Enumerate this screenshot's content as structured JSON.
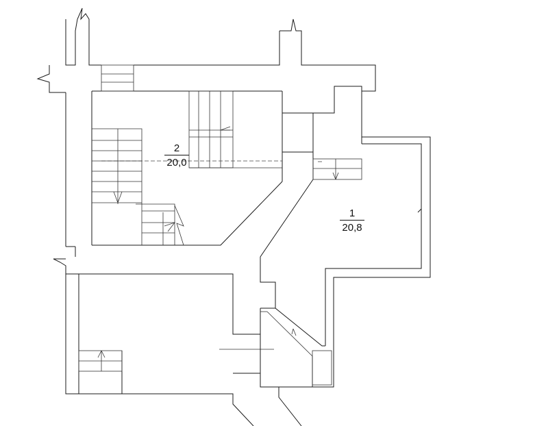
{
  "rooms": [
    {
      "number": "2",
      "area": "20,0"
    },
    {
      "number": "1",
      "area": "20,8"
    }
  ],
  "colors": {
    "line": "#1a1a1a",
    "background": "#ffffff"
  }
}
